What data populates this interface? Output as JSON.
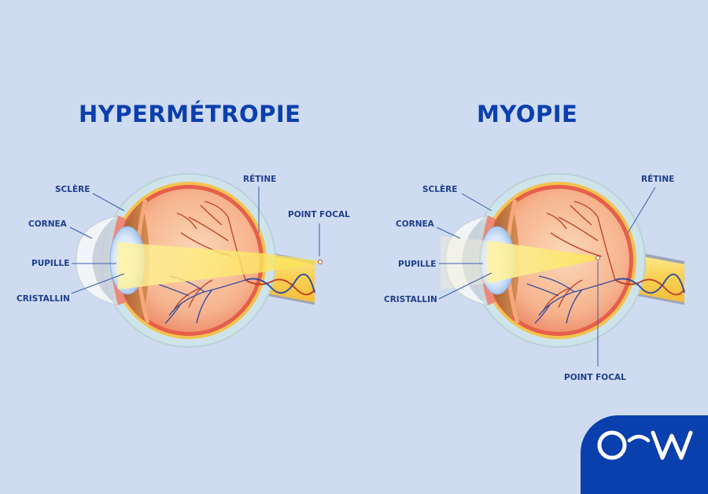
{
  "titles": {
    "left": "HYPERMÉTROPIE",
    "right": "MYOPIE"
  },
  "left_diagram": {
    "condition": "hypermetropia",
    "labels": {
      "sclere": "SCLÈRE",
      "cornea": "CORNEA",
      "pupille": "PUPILLE",
      "cristallin": "CRISTALLIN",
      "retine": "RÉTINE",
      "point_focal": "POINT FOCAL"
    },
    "focal_point_position": "behind retina"
  },
  "right_diagram": {
    "condition": "myopia",
    "labels": {
      "sclere": "SCLÈRE",
      "cornea": "CORNEA",
      "pupille": "PUPILLE",
      "cristallin": "CRISTALLIN",
      "retine": "RÉTINE",
      "point_focal": "POINT FOCAL"
    },
    "focal_point_position": "in front of retina"
  },
  "logo": {
    "name": "OW logo"
  },
  "colors": {
    "background": "#cfdbf0",
    "title": "#0a3fae",
    "label": "#1f3f8c",
    "logo_bg": "#0a3fae",
    "light_beam": "#fbe14a"
  }
}
